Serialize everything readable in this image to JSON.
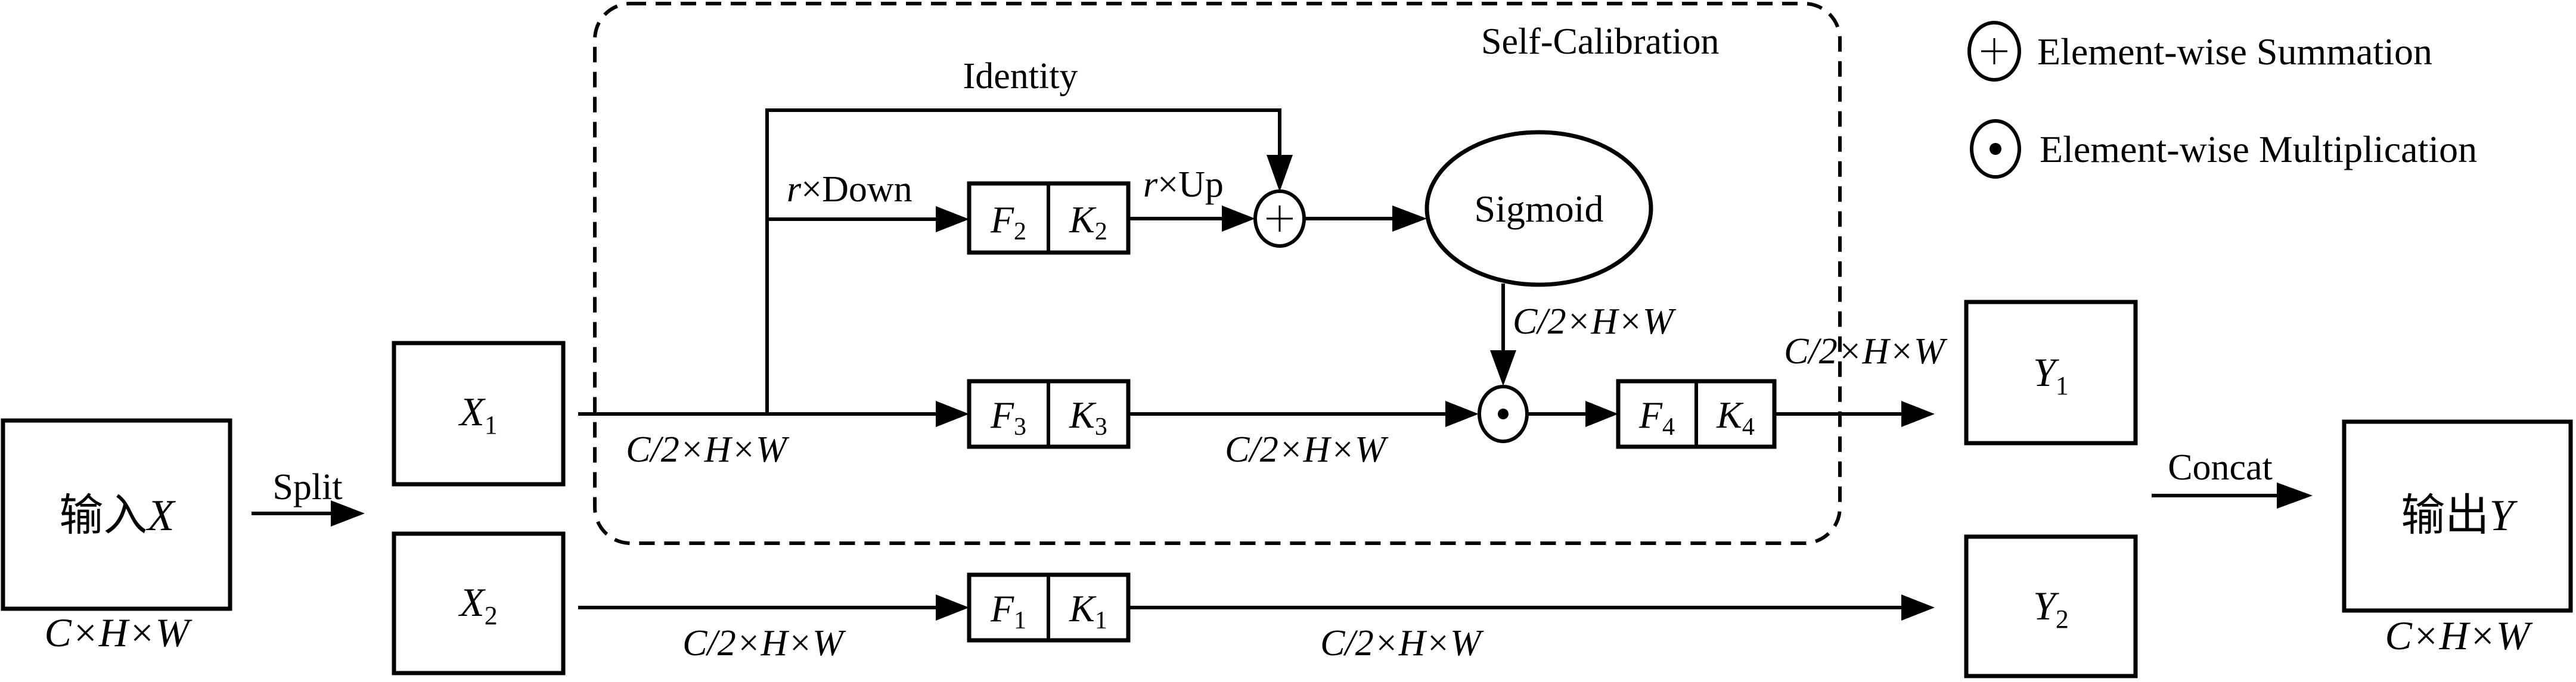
{
  "input": {
    "label_cn": "输入",
    "label_var": "X",
    "dims": "C×H×W"
  },
  "split_label": "Split",
  "x1": {
    "var": "X",
    "sub": "1"
  },
  "x2": {
    "var": "X",
    "sub": "2"
  },
  "self_calibration": {
    "title": "Self-Calibration",
    "identity_label": "Identity",
    "down_label_r": "r",
    "down_label_rest": "×Down",
    "up_label_r": "r",
    "up_label_rest": "×Up",
    "sigmoid_label": "Sigmoid",
    "sigmoid_out_dims": "C/2×H×W",
    "x1_dims": "C/2×H×W",
    "f3k3_out_dims": "C/2×H×W"
  },
  "blocks": {
    "f2": {
      "var": "F",
      "sub": "2"
    },
    "k2": {
      "var": "K",
      "sub": "2"
    },
    "f3": {
      "var": "F",
      "sub": "3"
    },
    "k3": {
      "var": "K",
      "sub": "3"
    },
    "f4": {
      "var": "F",
      "sub": "4"
    },
    "k4": {
      "var": "K",
      "sub": "4"
    },
    "f1": {
      "var": "F",
      "sub": "1"
    },
    "k1": {
      "var": "K",
      "sub": "1"
    }
  },
  "y1": {
    "var": "Y",
    "sub": "1",
    "in_dims": "C/2×H×W"
  },
  "y2": {
    "var": "Y",
    "sub": "2"
  },
  "x2_dims": "C/2×H×W",
  "f1k1_out_dims": "C/2×H×W",
  "concat_label": "Concat",
  "output": {
    "label_cn": "输出",
    "label_var": "Y",
    "dims": "C×H×W"
  },
  "legend": {
    "sum_label": "Element-wise Summation",
    "mul_label": "Element-wise Multiplication"
  }
}
